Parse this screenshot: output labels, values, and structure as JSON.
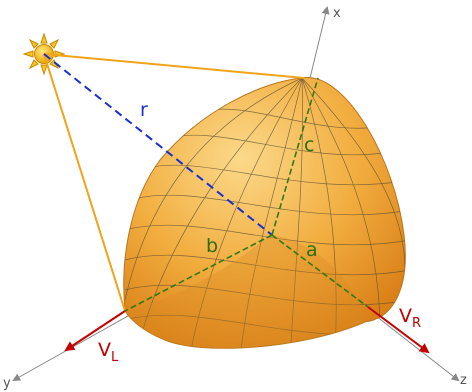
{
  "axes": {
    "x": "x",
    "y": "y",
    "z": "z"
  },
  "semi_axes": {
    "a": "a",
    "b": "b",
    "c": "c"
  },
  "distance_label": "r",
  "velocities": {
    "left": {
      "main": "V",
      "sub": "L"
    },
    "right": {
      "main": "V",
      "sub": "R"
    }
  },
  "colors": {
    "ellipsoid": "#f2ad3f",
    "ellipsoid_dark": "#d97f16",
    "gridlines": "#5a4d33",
    "sun": "#f5c525",
    "tangent_lines": "#f1a31b",
    "distance_line": "#1a2fcf",
    "semi_axis_lines": "#2f7a12",
    "velocity_arrows": "#c40000",
    "axes": "#888888"
  },
  "icons": {
    "sun": "sun-icon"
  }
}
